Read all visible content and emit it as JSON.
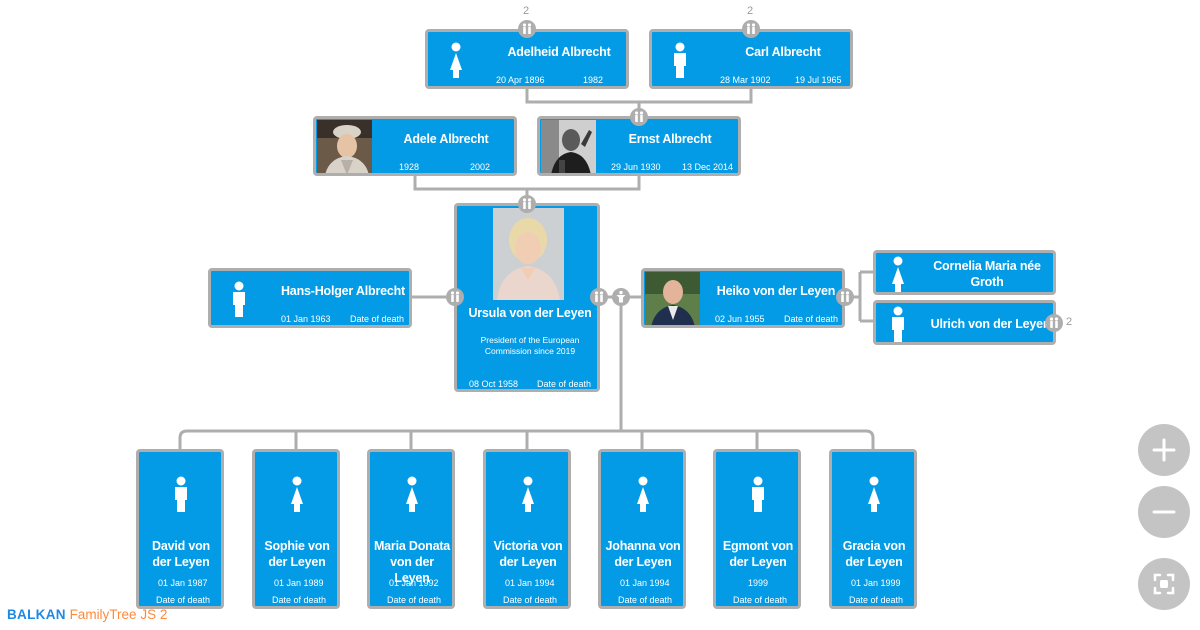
{
  "app": {
    "brand": "BALKAN",
    "product": "FamilyTree JS 2",
    "accent_color": "#039be5",
    "link_color": "#aeaeae",
    "zoom_in_icon": "plus-icon",
    "zoom_out_icon": "minus-icon",
    "fit_icon": "fit-to-screen-icon"
  },
  "badges": {
    "adelheid_count": "2",
    "carl_count": "2",
    "ulrich_count": "2"
  },
  "people": {
    "adelheid": {
      "name": "Adelheid Albrecht",
      "birth": "20 Apr 1896",
      "death": "1982"
    },
    "carl": {
      "name": "Carl Albrecht",
      "birth": "28 Mar 1902",
      "death": "19 Jul 1965"
    },
    "adele": {
      "name": "Adele Albrecht",
      "birth": "1928",
      "death": "2002"
    },
    "ernst": {
      "name": "Ernst Albrecht",
      "birth": "29 Jun 1930",
      "death": "13 Dec 2014"
    },
    "hans": {
      "name": "Hans-Holger Albrecht",
      "birth": "01 Jan 1963",
      "death": "Date of death"
    },
    "ursula": {
      "name": "Ursula von der Leyen",
      "title": "President of the European Commission since 2019",
      "birth": "08 Oct 1958",
      "death": "Date of death"
    },
    "heiko": {
      "name": "Heiko von der Leyen",
      "birth": "02 Jun 1955",
      "death": "Date of death"
    },
    "cornelia": {
      "name": "Cornelia Maria née Groth"
    },
    "ulrich": {
      "name": "Ulrich von der Leyen"
    },
    "david": {
      "name": "David von der Leyen",
      "birth": "01 Jan 1987",
      "death": "Date of death"
    },
    "sophie": {
      "name": "Sophie von der Leyen",
      "birth": "01 Jan 1989",
      "death": "Date of death"
    },
    "maria": {
      "name": "Maria Donata von der Leyen",
      "birth": "01 Jan 1992",
      "death": "Date of death"
    },
    "victoria": {
      "name": "Victoria von der Leyen",
      "birth": "01 Jan 1994",
      "death": "Date of death"
    },
    "johanna": {
      "name": "Johanna von der Leyen",
      "birth": "01 Jan 1994",
      "death": "Date of death"
    },
    "egmont": {
      "name": "Egmont von der Leyen",
      "birth": "1999",
      "death": "Date of death"
    },
    "gracia": {
      "name": "Gracia von der Leyen",
      "birth": "01 Jan 1999",
      "death": "Date of death"
    }
  }
}
